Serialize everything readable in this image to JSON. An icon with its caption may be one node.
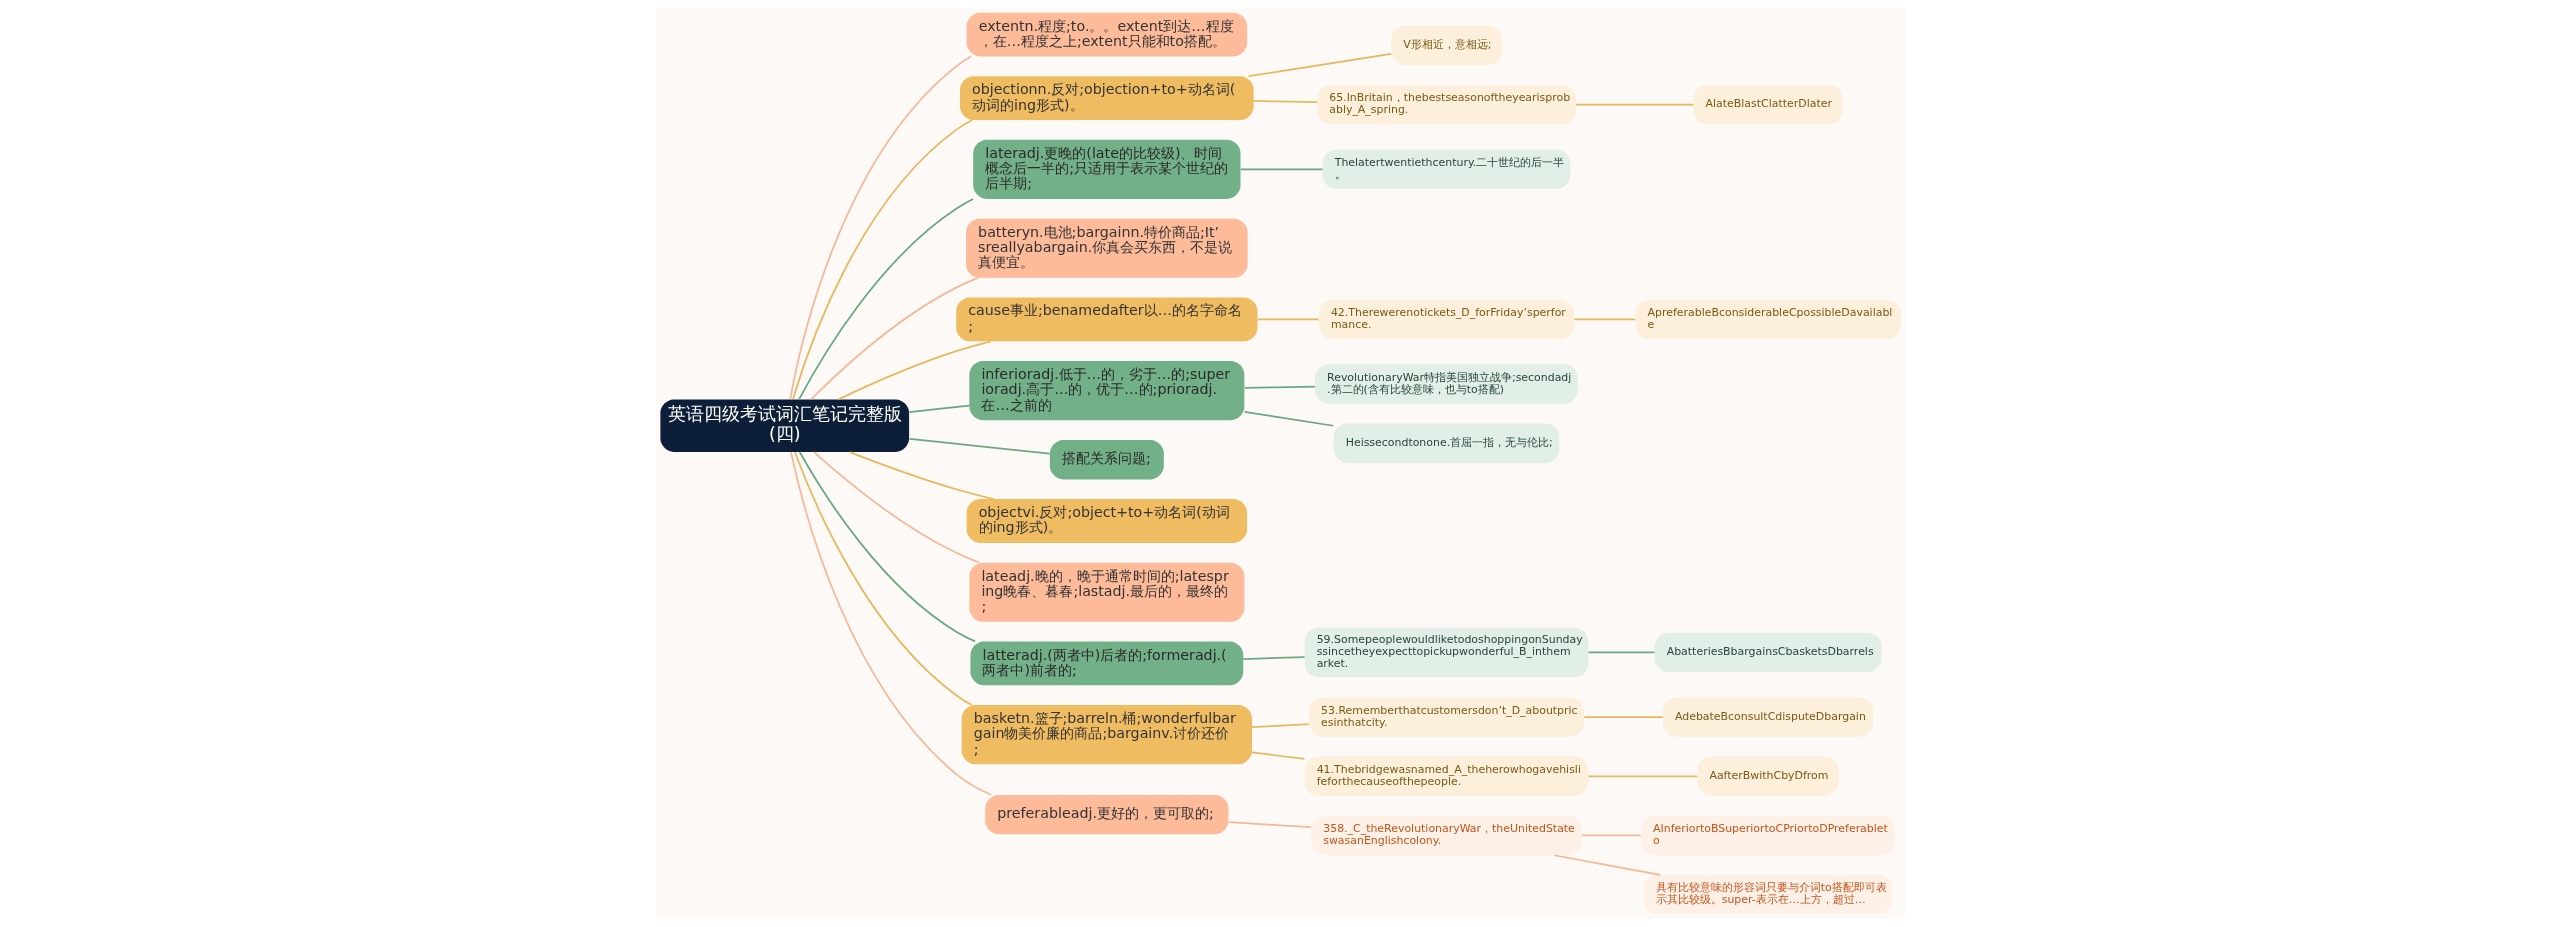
{
  "diagram": {
    "nodes": [
      {
        "text": [
          "英语四级考试词汇笔记完整版(四)"
        ]
      },
      {
        "text": [
          "extentn.程度;to.。。extent到达…程度，在…程度之上;extent只能和to搭配。"
        ]
      },
      {
        "text": [
          "objectionn.反对;objection+to+动名词(动词的ing形式)。"
        ]
      },
      {
        "text": [
          "V形相近，意相远;"
        ]
      },
      {
        "text": [
          "65.InBritain，thebestseasonoftheyearisprobably_A_spring."
        ]
      },
      {
        "text": [
          "AlateBlastClatterDlater"
        ]
      },
      {
        "text": [
          "lateradj.更晚的(late的比较级)、时间概念后一半的;只适用于表示某个世纪的后半期;"
        ]
      },
      {
        "text": [
          "Thelatertwentiethcentury.二十世纪的后一半。"
        ]
      },
      {
        "text": [
          "batteryn.电池;bargainn.特价商品;It’sreallyabargain.你真会买东西，不是说真便宜。"
        ]
      },
      {
        "text": [
          "cause事业;benamedafter以…的名字命名;"
        ]
      },
      {
        "text": [
          "42.Therewerenotickets_D_forFriday’sperformance."
        ]
      },
      {
        "text": [
          "ApreferableBconsiderableCpossibleDavailable"
        ]
      },
      {
        "text": [
          "inferioradj.低于…的，劣于…的;superioradj.高于…的，优于…的;prioradj.在…之前的"
        ]
      },
      {
        "text": [
          "RevolutionaryWar特指美国独立战争;secondadj.第二的(含有比较意味，也与to搭配)"
        ]
      },
      {
        "text": [
          "Heissecondtonone.首屈一指，无与伦比;"
        ]
      },
      {
        "text": [
          "搭配关系问题;"
        ]
      },
      {
        "text": [
          "objectvi.反对;object+to+动名词(动词的ing形式)。"
        ]
      },
      {
        "text": [
          "lateadj.晚的，晚于通常时间的;latespring晚春、暮春;lastadj.最后的，最终的;"
        ]
      },
      {
        "text": [
          "latteradj.(两者中)后者的;formeradj.(两者中)前者的;"
        ]
      },
      {
        "text": [
          "59.SomepeoplewouldliketodoshoppingonSundayssincetheyexpecttopickupwonderful_B_inthemarket."
        ]
      },
      {
        "text": [
          "AbatteriesBbargainsCbasketsDbarrels"
        ]
      },
      {
        "text": [
          "basketn.篮子;barreln.桶;wonderfulbargain物美价廉的商品;bargainv.讨价还价;"
        ]
      },
      {
        "text": [
          "53.Rememberthatcustomersdon’t_D_aboutpricesinthatcity."
        ]
      },
      {
        "text": [
          "AdebateBconsultCdisputeDbargain"
        ]
      },
      {
        "text": [
          "41.Thebridgewasnamed_A_theherowhogavehislifeforthecauseofthepeople."
        ]
      },
      {
        "text": [
          "AafterBwithCbyDfrom"
        ]
      },
      {
        "text": [
          "preferableadj.更好的，更可取的;"
        ]
      },
      {
        "text": [
          "358._C_theRevolutionaryWar，theUnitedStateswasanEnglishcolony."
        ]
      },
      {
        "text": [
          "AInferiortoBSuperiortoCPriortoDPreferableto"
        ]
      },
      {
        "text": [
          "具有比较意味的形容词只要与介词to搭配即可表示其比较级。super-表示在…上方，超过…"
        ]
      }
    ],
    "edges": [
      {
        "from": 0,
        "to": 1,
        "arrow": "none",
        "color": "#f5b896"
      },
      {
        "from": 0,
        "to": 2,
        "arrow": "none"
      },
      {
        "from": 2,
        "to": 3,
        "arrow": "none"
      },
      {
        "from": 2,
        "to": 4,
        "arrow": "none"
      },
      {
        "from": 4,
        "to": 5,
        "arrow": "none"
      },
      {
        "from": 0,
        "to": 6,
        "arrow": "none",
        "color": "#6aa882"
      },
      {
        "from": 6,
        "to": 7,
        "arrow": "none",
        "color": "#6aa882"
      },
      {
        "from": 0,
        "to": 8,
        "arrow": "none",
        "color": "#f5b896"
      },
      {
        "from": 0,
        "to": 9,
        "arrow": "none"
      },
      {
        "from": 9,
        "to": 10,
        "arrow": "none"
      },
      {
        "from": 10,
        "to": 11,
        "arrow": "none"
      },
      {
        "from": 0,
        "to": 12,
        "arrow": "none",
        "color": "#6aa882"
      },
      {
        "from": 12,
        "to": 13,
        "arrow": "none",
        "color": "#6aa882"
      },
      {
        "from": 12,
        "to": 14,
        "arrow": "none",
        "color": "#6aa882"
      },
      {
        "from": 0,
        "to": 15,
        "arrow": "none",
        "color": "#6aa882"
      },
      {
        "from": 0,
        "to": 16,
        "arrow": "none"
      },
      {
        "from": 0,
        "to": 17,
        "arrow": "none",
        "color": "#f5b896"
      },
      {
        "from": 0,
        "to": 18,
        "arrow": "none",
        "color": "#6aa882"
      },
      {
        "from": 18,
        "to": 19,
        "arrow": "none",
        "color": "#6aa882"
      },
      {
        "from": 19,
        "to": 20,
        "arrow": "none",
        "color": "#6aa882"
      },
      {
        "from": 0,
        "to": 21,
        "arrow": "none"
      },
      {
        "from": 21,
        "to": 22,
        "arrow": "none"
      },
      {
        "from": 22,
        "to": 23,
        "arrow": "none"
      },
      {
        "from": 21,
        "to": 24,
        "arrow": "none"
      },
      {
        "from": 24,
        "to": 25,
        "arrow": "none"
      },
      {
        "from": 0,
        "to": 26,
        "arrow": "none",
        "color": "#f5b896"
      },
      {
        "from": 26,
        "to": 27,
        "arrow": "none",
        "color": "#f5b896"
      },
      {
        "from": 27,
        "to": 28,
        "arrow": "none",
        "color": "#f5b896"
      },
      {
        "from": 27,
        "to": 29,
        "arrow": "none",
        "color": "#f5b896"
      }
    ]
  }
}
